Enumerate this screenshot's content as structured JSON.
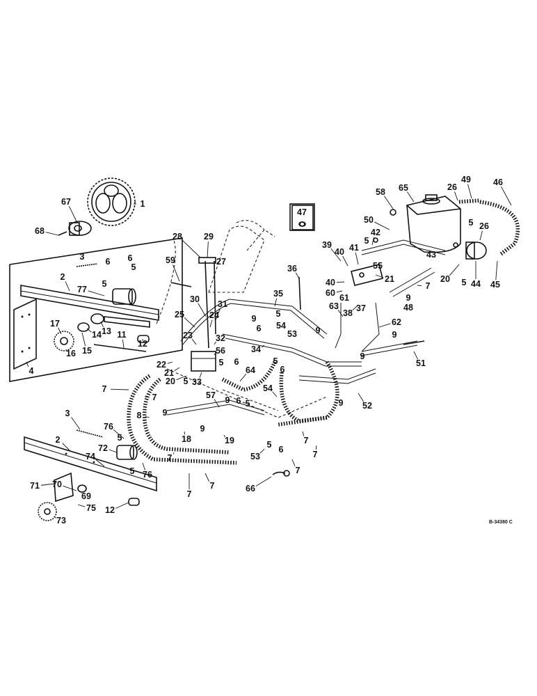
{
  "figure": {
    "drawing_number": "B-34380 C",
    "box_label": "47"
  },
  "callouts": [
    {
      "id": "c1",
      "text": "1"
    },
    {
      "id": "c67",
      "text": "67"
    },
    {
      "id": "c68",
      "text": "68"
    },
    {
      "id": "c3a",
      "text": "3"
    },
    {
      "id": "c6a",
      "text": "6"
    },
    {
      "id": "c6b",
      "text": "6"
    },
    {
      "id": "c5a",
      "text": "5"
    },
    {
      "id": "c5b",
      "text": "5"
    },
    {
      "id": "c2a",
      "text": "2"
    },
    {
      "id": "c77",
      "text": "77"
    },
    {
      "id": "c13",
      "text": "13"
    },
    {
      "id": "c17",
      "text": "17"
    },
    {
      "id": "c14",
      "text": "14"
    },
    {
      "id": "c11",
      "text": "11"
    },
    {
      "id": "c12a",
      "text": "12"
    },
    {
      "id": "c16",
      "text": "16"
    },
    {
      "id": "c15",
      "text": "15"
    },
    {
      "id": "c4",
      "text": "4"
    },
    {
      "id": "c59",
      "text": "59"
    },
    {
      "id": "c28",
      "text": "28"
    },
    {
      "id": "c29",
      "text": "29"
    },
    {
      "id": "c27",
      "text": "27"
    },
    {
      "id": "c30",
      "text": "30"
    },
    {
      "id": "c25",
      "text": "25"
    },
    {
      "id": "c31",
      "text": "31"
    },
    {
      "id": "c24",
      "text": "24"
    },
    {
      "id": "c23",
      "text": "23"
    },
    {
      "id": "c32",
      "text": "32"
    },
    {
      "id": "c56",
      "text": "56"
    },
    {
      "id": "c22",
      "text": "22"
    },
    {
      "id": "c21a",
      "text": "21"
    },
    {
      "id": "c20a",
      "text": "20"
    },
    {
      "id": "c5c",
      "text": "5"
    },
    {
      "id": "c33",
      "text": "33"
    },
    {
      "id": "c5d",
      "text": "5"
    },
    {
      "id": "c6c",
      "text": "6"
    },
    {
      "id": "c7a",
      "text": "7"
    },
    {
      "id": "c7b",
      "text": "7"
    },
    {
      "id": "c35",
      "text": "35"
    },
    {
      "id": "c9a",
      "text": "9"
    },
    {
      "id": "c5e",
      "text": "5"
    },
    {
      "id": "c6d",
      "text": "6"
    },
    {
      "id": "c54a",
      "text": "54"
    },
    {
      "id": "c9b",
      "text": "9"
    },
    {
      "id": "c53a",
      "text": "53"
    },
    {
      "id": "c34",
      "text": "34"
    },
    {
      "id": "c5f",
      "text": "5"
    },
    {
      "id": "c6e",
      "text": "6"
    },
    {
      "id": "c64",
      "text": "64"
    },
    {
      "id": "c54b",
      "text": "54"
    },
    {
      "id": "c36",
      "text": "36"
    },
    {
      "id": "c58",
      "text": "58"
    },
    {
      "id": "c65",
      "text": "65"
    },
    {
      "id": "c26a",
      "text": "26"
    },
    {
      "id": "c49",
      "text": "49"
    },
    {
      "id": "c46",
      "text": "46"
    },
    {
      "id": "c50",
      "text": "50"
    },
    {
      "id": "c42",
      "text": "42"
    },
    {
      "id": "c39",
      "text": "39"
    },
    {
      "id": "c40a",
      "text": "40"
    },
    {
      "id": "c41",
      "text": "41"
    },
    {
      "id": "c5g",
      "text": "5"
    },
    {
      "id": "c43",
      "text": "43"
    },
    {
      "id": "c5h",
      "text": "5"
    },
    {
      "id": "c26b",
      "text": "26"
    },
    {
      "id": "c55",
      "text": "55"
    },
    {
      "id": "c21b",
      "text": "21"
    },
    {
      "id": "c40b",
      "text": "40"
    },
    {
      "id": "c60",
      "text": "60"
    },
    {
      "id": "c61",
      "text": "61"
    },
    {
      "id": "c37",
      "text": "37"
    },
    {
      "id": "c38",
      "text": "38"
    },
    {
      "id": "c7c",
      "text": "7"
    },
    {
      "id": "c20b",
      "text": "20"
    },
    {
      "id": "c5i",
      "text": "5"
    },
    {
      "id": "c44",
      "text": "44"
    },
    {
      "id": "c45",
      "text": "45"
    },
    {
      "id": "c9c",
      "text": "9"
    },
    {
      "id": "c48",
      "text": "48"
    },
    {
      "id": "c63",
      "text": "63"
    },
    {
      "id": "c62",
      "text": "62"
    },
    {
      "id": "c9d",
      "text": "9"
    },
    {
      "id": "c51",
      "text": "51"
    },
    {
      "id": "c9e",
      "text": "9"
    },
    {
      "id": "c52",
      "text": "52"
    },
    {
      "id": "c9f",
      "text": "9"
    },
    {
      "id": "c7d",
      "text": "7"
    },
    {
      "id": "c7e",
      "text": "7"
    },
    {
      "id": "c8",
      "text": "8"
    },
    {
      "id": "c9g",
      "text": "9"
    },
    {
      "id": "c9h",
      "text": "9"
    },
    {
      "id": "c18",
      "text": "18"
    },
    {
      "id": "c57",
      "text": "57"
    },
    {
      "id": "c9i",
      "text": "9"
    },
    {
      "id": "c6f",
      "text": "6"
    },
    {
      "id": "c5j",
      "text": "5"
    },
    {
      "id": "c19",
      "text": "19"
    },
    {
      "id": "c53b",
      "text": "53"
    },
    {
      "id": "c5k",
      "text": "5"
    },
    {
      "id": "c6g",
      "text": "6"
    },
    {
      "id": "c7f",
      "text": "7"
    },
    {
      "id": "c7g",
      "text": "7"
    },
    {
      "id": "c3b",
      "text": "3"
    },
    {
      "id": "c2b",
      "text": "2"
    },
    {
      "id": "c76a",
      "text": "76"
    },
    {
      "id": "c5l",
      "text": "5"
    },
    {
      "id": "c72",
      "text": "72"
    },
    {
      "id": "c74",
      "text": "74"
    },
    {
      "id": "c5m",
      "text": "5"
    },
    {
      "id": "c76b",
      "text": "76"
    },
    {
      "id": "c7h",
      "text": "7"
    },
    {
      "id": "c7i",
      "text": "7"
    },
    {
      "id": "c71",
      "text": "71"
    },
    {
      "id": "c70",
      "text": "70"
    },
    {
      "id": "c69",
      "text": "69"
    },
    {
      "id": "c75",
      "text": "75"
    },
    {
      "id": "c12b",
      "text": "12"
    },
    {
      "id": "c73",
      "text": "73"
    },
    {
      "id": "c66",
      "text": "66"
    }
  ]
}
